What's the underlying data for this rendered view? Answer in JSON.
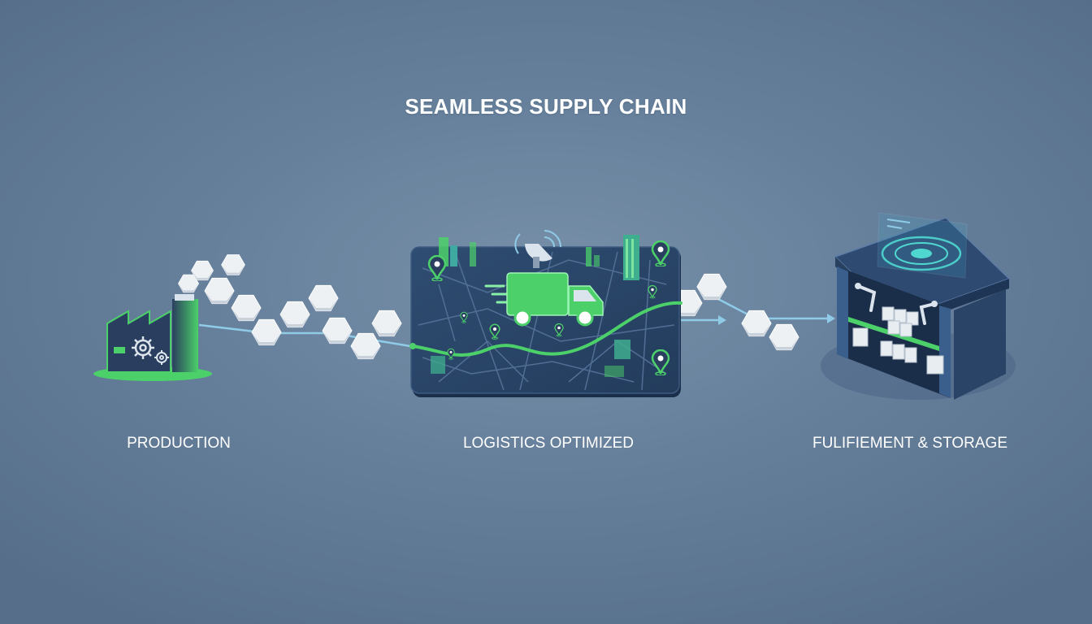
{
  "title": "SEAMLESS SUPPLY CHAIN",
  "stages": [
    {
      "label": "PRODUCTION",
      "icon": "factory-icon"
    },
    {
      "label": "LOGISTICS OPTIMIZED",
      "icon": "delivery-truck-icon"
    },
    {
      "label": "FULIFIEMENT & STORAGE",
      "icon": "warehouse-icon"
    }
  ],
  "colors": {
    "background": "#66809c",
    "accent_green": "#4cd06a",
    "dark_navy": "#2a3f5f",
    "connector_blue": "#8fcbe6",
    "hexagon": "#eef1f4"
  }
}
